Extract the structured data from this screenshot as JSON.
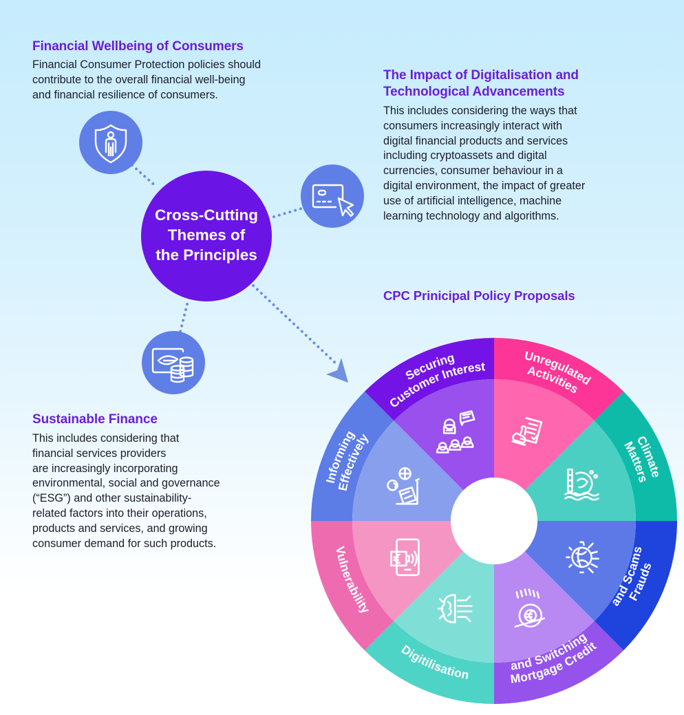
{
  "hub": {
    "title_lines": [
      "Cross-Cutting",
      "Themes of",
      "the Principles"
    ],
    "color": "#6b14e6"
  },
  "themes": [
    {
      "id": "financial-wellbeing",
      "title": "Financial Wellbeing of Consumers",
      "body_lines": [
        "Financial Consumer Protection policies should",
        "contribute to the overall financial well-being",
        "and financial resilience of consumers."
      ],
      "icon": "shield-person-icon"
    },
    {
      "id": "digitalisation",
      "title_lines": [
        "The Impact of Digitalisation and",
        "Technological Advancements"
      ],
      "body_lines": [
        "This includes considering the ways that",
        "consumers increasingly interact with",
        "digital financial products and services",
        "including cryptoassets and digital",
        "currencies, consumer behaviour in a",
        "digital environment, the impact of greater",
        "use of artificial intelligence, machine",
        "learning technology and algorithms."
      ],
      "icon": "card-cursor-icon"
    },
    {
      "id": "sustainable-finance",
      "title": "Sustainable Finance",
      "body_lines": [
        "This includes considering that",
        "financial services providers",
        "are increasingly incorporating",
        "environmental, social and governance",
        "(“ESG”) and other sustainability-",
        "related factors into their operations,",
        "products and services, and growing",
        "consumer demand for such products."
      ],
      "icon": "leaf-coins-icon"
    }
  ],
  "icon_circle_color": "#5f7fe6",
  "connector_color": "#6f8fe0",
  "proposals": {
    "title": "CPC Prinicipal Policy Proposals",
    "segments": [
      {
        "label_lines": [
          "Unregulated",
          "Activities"
        ],
        "outer": "#fd3596",
        "inner": "#fe67b0",
        "icon": "stamp-document-icon"
      },
      {
        "label_lines": [
          "Climate",
          "Matters"
        ],
        "outer": "#0dbba8",
        "inner": "#4ccfc3",
        "icon": "flooding-globe-icon"
      },
      {
        "label_lines": [
          "Frauds",
          "and Scams"
        ],
        "outer": "#1f43dd",
        "inner": "#5d79e8",
        "icon": "globe-gear-network-icon"
      },
      {
        "label_lines": [
          "Mortgage Credit",
          "and Switching"
        ],
        "outer": "#9553ec",
        "inner": "#b889f2",
        "icon": "euro-coin-rain-icon"
      },
      {
        "label_lines": [
          "Digitilisation"
        ],
        "outer": "#4ed3c7",
        "inner": "#7fdfd6",
        "icon": "brain-circuit-icon"
      },
      {
        "label_lines": [
          "Vulnerability"
        ],
        "outer": "#ef6bb0",
        "inner": "#f595c4",
        "icon": "mobile-payment-icon"
      },
      {
        "label_lines": [
          "Informing",
          "Effectively"
        ],
        "outer": "#5c7ce6",
        "inner": "#889fee",
        "icon": "people-globe-presentation-icon"
      },
      {
        "label_lines": [
          "Securing",
          "Customer Interest"
        ],
        "outer": "#7413e6",
        "inner": "#9950ec",
        "icon": "customer-support-icon"
      }
    ]
  }
}
